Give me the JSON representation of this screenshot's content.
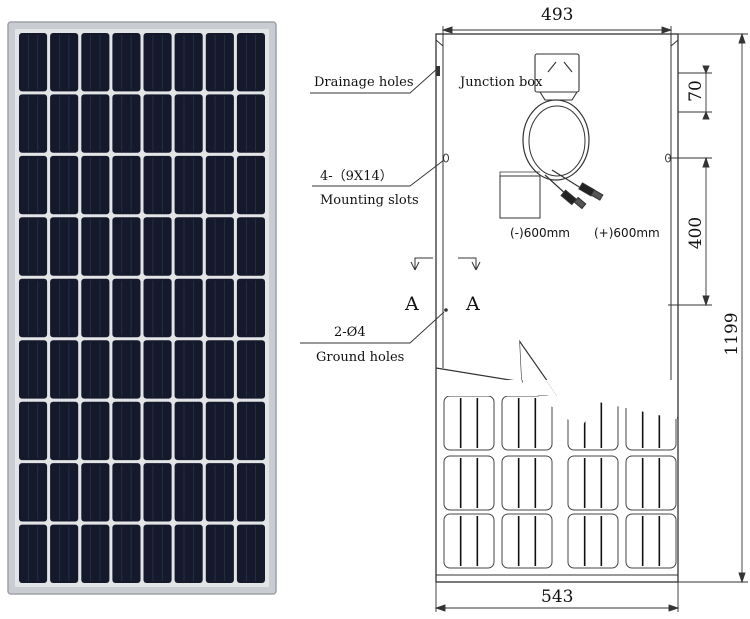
{
  "panel": {
    "rows": 9,
    "cols": 4,
    "cells_per_block": 2,
    "cell_color": "#141a2c",
    "frame_color": "#c9ccd0",
    "busbar_color": "#2c3550"
  },
  "drawing": {
    "dimensions": {
      "top_width": "493",
      "bottom_width": "543",
      "total_height": "1199",
      "slot_spacing": "400",
      "top_offset": "70"
    },
    "labels": {
      "drainage_holes": "Drainage holes",
      "junction_box": "Junction box",
      "mounting_slots_count": "4-（9X14）",
      "mounting_slots": "Mounting slots",
      "ground_holes_count": "2-Ø4",
      "ground_holes": "Ground holes",
      "cable_negative": "(-)600mm",
      "cable_positive": "(+)600mm",
      "section_left": "A",
      "section_right": "A"
    }
  }
}
